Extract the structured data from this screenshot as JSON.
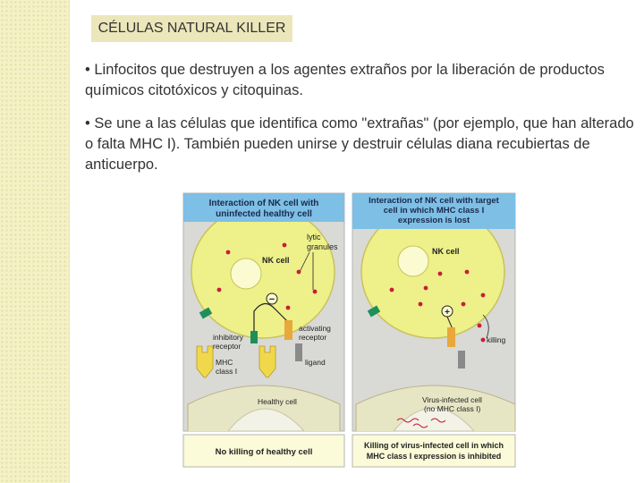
{
  "slide": {
    "title": "CÉLULAS NATURAL KILLER",
    "bullets": [
      "• Linfocitos que destruyen  a los agentes extraños por la liberación de productos químicos citotóxicos y citoquinas.",
      "• Se une a las células que identifica como \"extrañas\" (por ejemplo, que han alterado o falta MHC I). También pueden unirse y destruir células diana recubiertas de anticuerpo."
    ]
  },
  "figure": {
    "left_panel": {
      "header_line1": "Interaction of NK cell with",
      "header_line2": "uninfected healthy cell",
      "nk_label": "NK cell",
      "lytic_label_line1": "lytic",
      "lytic_label_line2": "granules",
      "inhibitory_line1": "inhibitory",
      "inhibitory_line2": "receptor",
      "activating_line1": "activating",
      "activating_line2": "receptor",
      "mhc_line1": "MHC",
      "mhc_line2": "class I",
      "ligand_label": "ligand",
      "minus_sign": "−",
      "target_label": "Healthy cell",
      "footer": "No killing of healthy cell"
    },
    "right_panel": {
      "header_line1": "Interaction of NK cell with target",
      "header_line2": "cell in which MHC class I",
      "header_line3": "expression is lost",
      "nk_label": "NK cell",
      "plus_sign": "+",
      "killing_label": "killing",
      "target_line1": "Virus-infected cell",
      "target_line2": "(no MHC class I)",
      "footer_line1": "Killing of virus-infected cell in which",
      "footer_line2": "MHC class I expression is inhibited"
    },
    "colors": {
      "header_blue": "#7ebfe6",
      "nk_cell": "#eef08a",
      "nucleus": "#fbfbd2",
      "target_cell": "#e7e6c4",
      "granule": "#c51e3a",
      "inhibitory_receptor": "#1f8f5a",
      "activating_receptor": "#e8a83a",
      "mhc": "#f0d84a",
      "ligand": "#8a8a8a",
      "panel_bg": "#d9d9d5"
    }
  }
}
